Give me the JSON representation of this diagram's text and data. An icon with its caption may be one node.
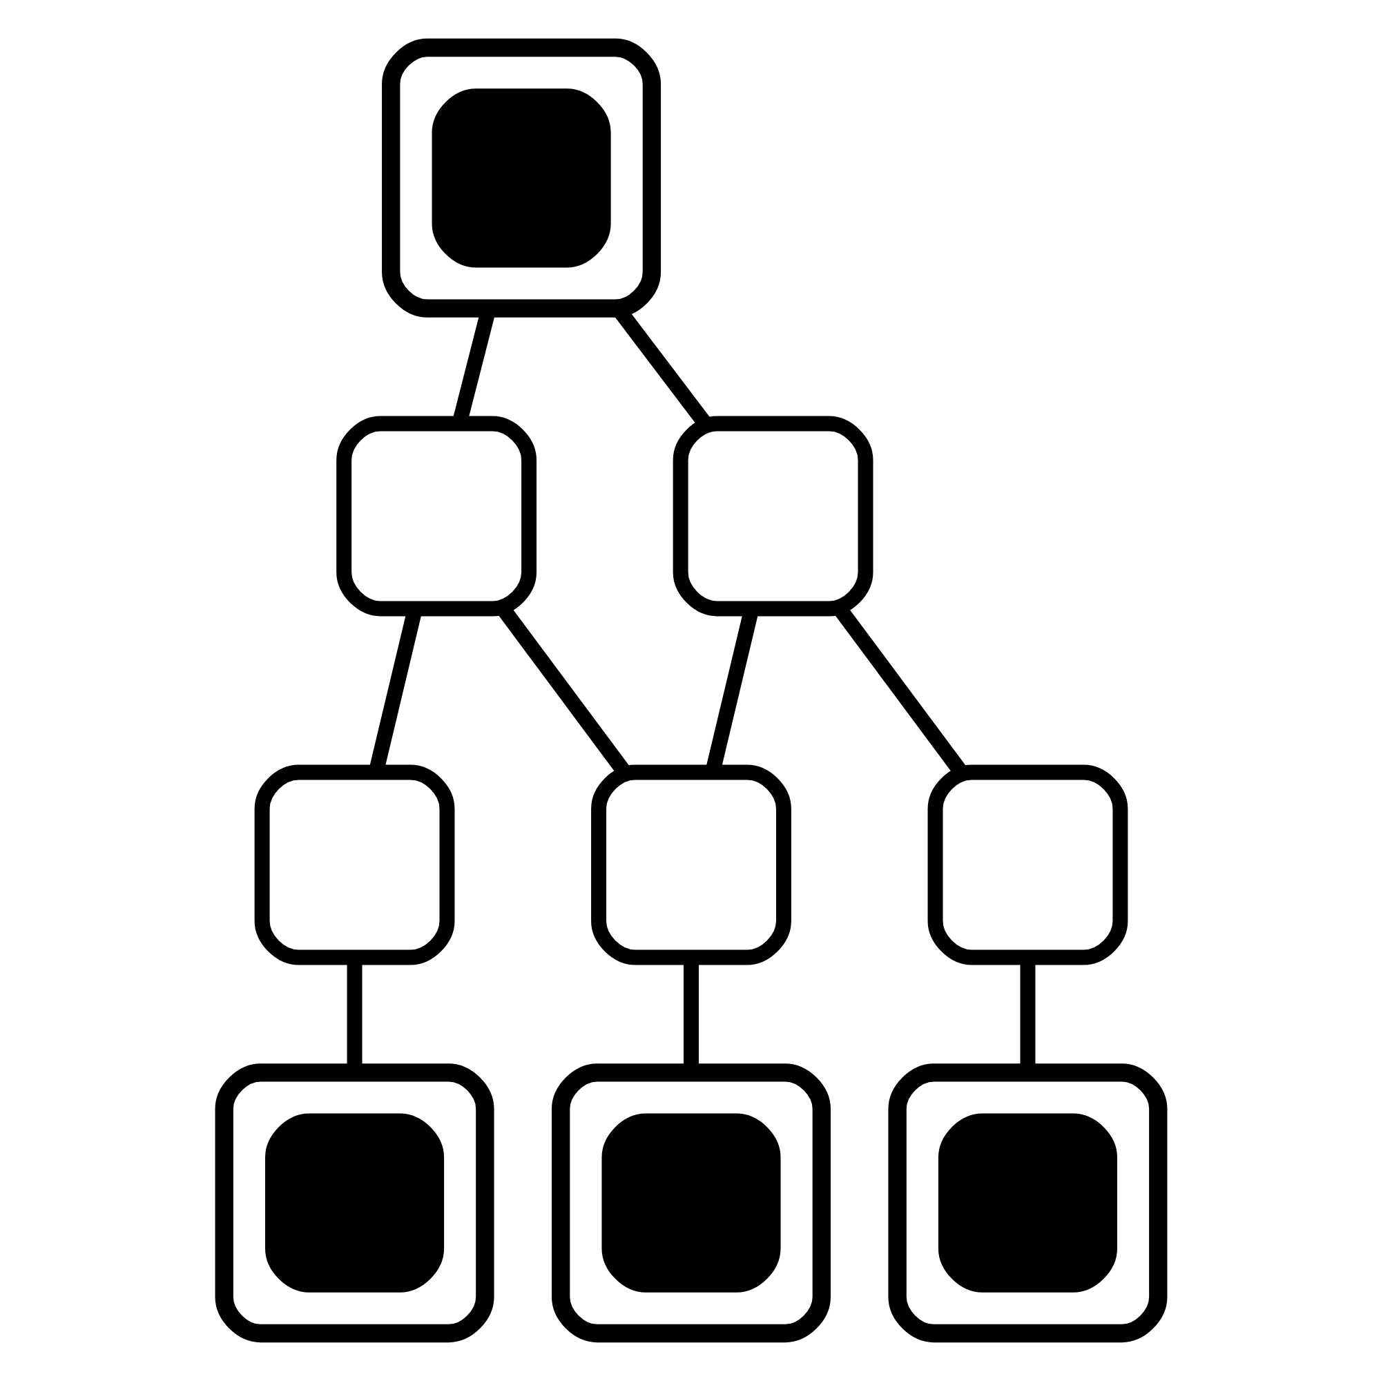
{
  "diagram": {
    "nodes": [
      {
        "text": [],
        "shape": "box"
      },
      {
        "text": [],
        "shape": "box",
        "in": 0
      },
      {
        "text": [],
        "shape": "box"
      },
      {
        "text": [],
        "shape": "box"
      },
      {
        "text": [],
        "shape": "box"
      },
      {
        "text": [],
        "shape": "box"
      },
      {
        "text": [],
        "shape": "box"
      },
      {
        "text": [],
        "shape": "box"
      },
      {
        "text": [],
        "shape": "box",
        "in": 7
      },
      {
        "text": [],
        "shape": "box"
      },
      {
        "text": [],
        "shape": "box",
        "in": 9
      },
      {
        "text": [],
        "shape": "box"
      },
      {
        "text": [],
        "shape": "box",
        "in": 11
      }
    ],
    "edges": [
      {
        "from": 0,
        "to": 2,
        "arrow": "none"
      },
      {
        "from": 0,
        "to": 3,
        "arrow": "none"
      },
      {
        "from": 2,
        "to": 4,
        "arrow": "none"
      },
      {
        "from": 2,
        "to": 5,
        "arrow": "none"
      },
      {
        "from": 3,
        "to": 5,
        "arrow": "none"
      },
      {
        "from": 3,
        "to": 6,
        "arrow": "none"
      },
      {
        "from": 4,
        "to": 7,
        "arrow": "none"
      },
      {
        "from": 5,
        "to": 9,
        "arrow": "none"
      },
      {
        "from": 6,
        "to": 11,
        "arrow": "none"
      }
    ]
  }
}
